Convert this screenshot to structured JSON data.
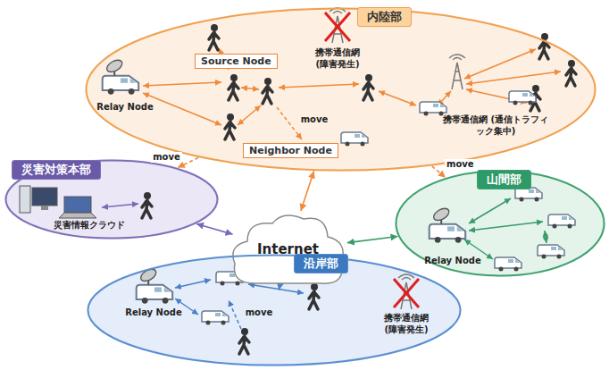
{
  "diagram": {
    "nodes": [
      {
        "text": [
          "内陸部"
        ]
      },
      {
        "text": [
          "Source Node"
        ],
        "in": 0
      },
      {
        "text": [
          "Neighbor Node"
        ],
        "in": 0
      },
      {
        "text": [
          "災害対策本部"
        ]
      },
      {
        "text": [
          "Internet"
        ]
      },
      {
        "text": [
          "山間部"
        ]
      },
      {
        "text": [
          "沿岸部"
        ]
      }
    ],
    "edges": [
      {
        "from": 0,
        "to": 4,
        "arrow": "both"
      },
      {
        "from": 3,
        "to": 4,
        "arrow": "both"
      },
      {
        "from": 5,
        "to": 4,
        "arrow": "both"
      },
      {
        "from": 6,
        "to": 4,
        "arrow": "both"
      },
      {
        "from": 0,
        "to": 3,
        "label": "move",
        "arrow": "to"
      },
      {
        "from": 0,
        "to": 5,
        "label": "move",
        "arrow": "to"
      }
    ],
    "labels": [
      "携帯通信網 (障害発生)",
      "Relay Node",
      "携帯通信網 (通信トラフィック集中)",
      "move",
      "Relay Node",
      "災害情報クラウド",
      "Relay Node",
      "move",
      "携帯通信網 (障害発生)"
    ]
  }
}
